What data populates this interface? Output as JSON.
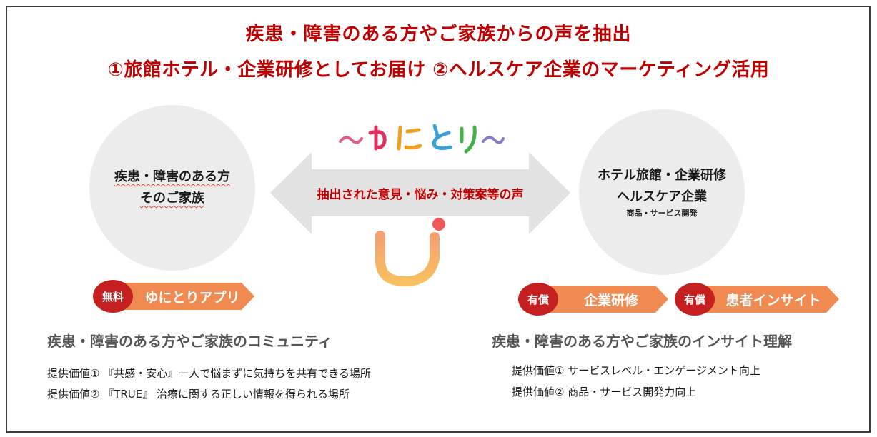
{
  "header": {
    "line1": "疾患・障害のある方やご家族からの声を抽出",
    "line2": "①旅館ホテル・企業研修としてお届け ②ヘルスケア企業のマーケティング活用"
  },
  "logo": {
    "wordmark": "～ゆにとり～"
  },
  "left_circle": {
    "line1": "疾患・障害のある方",
    "line2": "そのご家族"
  },
  "right_circle": {
    "line1": "ホテル旅館・企業研修",
    "line2": "ヘルスケア企業",
    "line3": "商品・サービス開発"
  },
  "arrow": {
    "label": "抽出された意見・悩み・対策案等の声"
  },
  "tags": {
    "app": {
      "badge": "無料",
      "label": "ゆにとりアプリ"
    },
    "training": {
      "badge": "有償",
      "label": "企業研修"
    },
    "insight": {
      "badge": "有償",
      "label": "患者インサイト"
    }
  },
  "left_section": {
    "heading": "疾患・障害のある方やご家族のコミュニティ",
    "values": [
      "提供価値① 『共感・安心』一人で悩まずに気持ちを共有できる場所",
      "提供価値② 『TRUE』 治療に関する正しい情報を得られる場所"
    ]
  },
  "right_section": {
    "heading": "疾患・障害のある方やご家族のインサイト理解",
    "values": [
      "提供価値① サービスレベル・エンゲージメント向上",
      "提供価値② 商品・サービス開発力向上"
    ]
  },
  "colors": {
    "title_red": "#c00000",
    "tag_orange": "#f08a50",
    "badge_red": "#c5201f",
    "circle_gray": "#ececec",
    "arrow_gray": "#e2e2e2"
  }
}
